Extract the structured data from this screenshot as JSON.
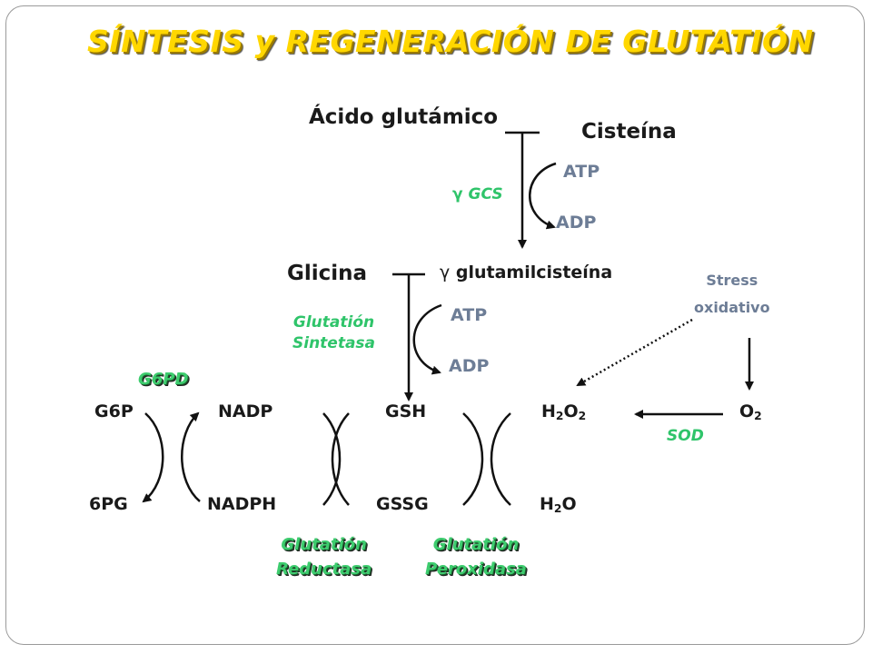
{
  "title": "SÍNTESIS y REGENERACIÓN DE GLUTATIÓN",
  "step1": {
    "substrate_a": "Ácido glutámico",
    "substrate_b": "Cisteína",
    "enzyme_symbol": "γ",
    "enzyme": "GCS",
    "cofactor_in": "ATP",
    "cofactor_out": "ADP"
  },
  "step2": {
    "substrate_a": "Glicina",
    "product_symbol": "γ",
    "product": "glutamilcisteína",
    "enzyme_line1": "Glutatión",
    "enzyme_line2": "Sintetasa",
    "cofactor_in": "ATP",
    "cofactor_out": "ADP"
  },
  "cycle": {
    "top_row": [
      "G6P",
      "NADP",
      "GSH",
      "O"
    ],
    "h2o2": {
      "prefix": "H",
      "sub1": "2",
      "mid": "O",
      "sub2": "2"
    },
    "o2": {
      "prefix": "O",
      "sub": "2"
    },
    "bottom_row": [
      "6PG",
      "NADPH",
      "GSSG"
    ],
    "h2o": {
      "prefix": "H",
      "sub": "2",
      "suffix": "O"
    },
    "g6pd": "G6PD",
    "sod": "SOD",
    "reductasa_line1": "Glutatión",
    "reductasa_line2": "Reductasa",
    "peroxidasa_line1": "Glutatión",
    "peroxidasa_line2": "Peroxidasa"
  },
  "stress": {
    "line1": "Stress",
    "line2": "oxidativo"
  },
  "colors": {
    "title": "#ffd700",
    "enzyme_green": "#2fc46a",
    "cofactor_grey": "#6d7d96",
    "text": "#1a1a1a"
  }
}
